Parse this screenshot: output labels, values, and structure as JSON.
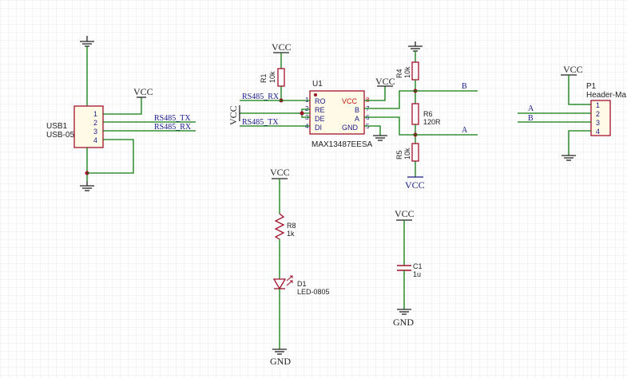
{
  "usb": {
    "designator": "USB1",
    "part": "USB-05",
    "pins": [
      "1",
      "2",
      "3",
      "4"
    ],
    "net_vcc": "VCC",
    "net_tx": "RS485_TX",
    "net_rx": "RS485_RX"
  },
  "r1": {
    "designator": "R1",
    "value": "10k",
    "net": "VCC"
  },
  "u1": {
    "designator": "U1",
    "part": "MAX13487EESA",
    "left_pins": [
      {
        "num": "1",
        "name": "RO"
      },
      {
        "num": "2",
        "name": "RE"
      },
      {
        "num": "3",
        "name": "DE"
      },
      {
        "num": "4",
        "name": "DI"
      }
    ],
    "right_pins": [
      {
        "num": "8",
        "name": "VCC"
      },
      {
        "num": "7",
        "name": "B"
      },
      {
        "num": "6",
        "name": "A"
      },
      {
        "num": "5",
        "name": "GND"
      }
    ],
    "net_rx": "RS485_RX",
    "net_tx": "RS485_TX",
    "net_vcc_left": "VCC",
    "net_vcc_right": "VCC"
  },
  "r4": {
    "designator": "R4",
    "value": "10k"
  },
  "r6": {
    "designator": "R6",
    "value": "120R"
  },
  "r5": {
    "designator": "R5",
    "value": "10k",
    "net": "VCC"
  },
  "bus": {
    "net_b": "B",
    "net_a": "A"
  },
  "p1": {
    "designator": "P1",
    "part": "Header-Ma",
    "pins": [
      "1",
      "2",
      "3",
      "4"
    ],
    "net_vcc": "VCC",
    "net_a": "A",
    "net_b": "B"
  },
  "led": {
    "r8_designator": "R8",
    "r8_value": "1k",
    "d1_designator": "D1",
    "d1_part": "LED-0805",
    "net_vcc": "VCC",
    "net_gnd": "GND"
  },
  "cap": {
    "designator": "C1",
    "value": "1u",
    "net_vcc": "VCC",
    "net_gnd": "GND"
  },
  "colors": {
    "wire": "#0c7a0c",
    "part": "#a0102a",
    "label_text": "#1a1a8c",
    "pin_text": "#1a1a8c",
    "pin_number_red": "#c81414",
    "ground_symbol": "#222222",
    "grid": "#e4e8ef"
  }
}
